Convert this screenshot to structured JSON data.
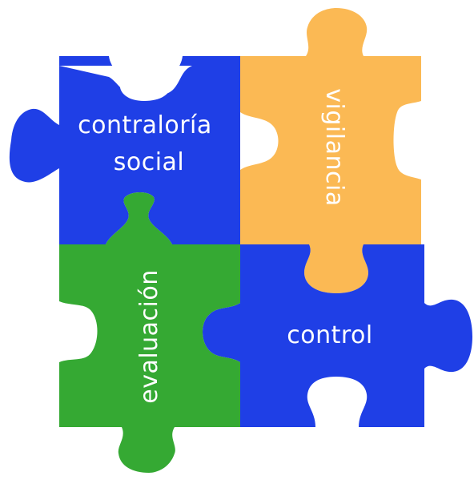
{
  "pieces": [
    {
      "id": "contraloria-social",
      "label_lines": [
        "contraloría",
        "social"
      ],
      "color": "#1f3fe6"
    },
    {
      "id": "vigilancia",
      "label_lines": [
        "vigilancia"
      ],
      "color": "#fbb954"
    },
    {
      "id": "evaluacion",
      "label_lines": [
        "evaluación"
      ],
      "color": "#35a933"
    },
    {
      "id": "control",
      "label_lines": [
        "control"
      ],
      "color": "#1f3fe6"
    }
  ]
}
